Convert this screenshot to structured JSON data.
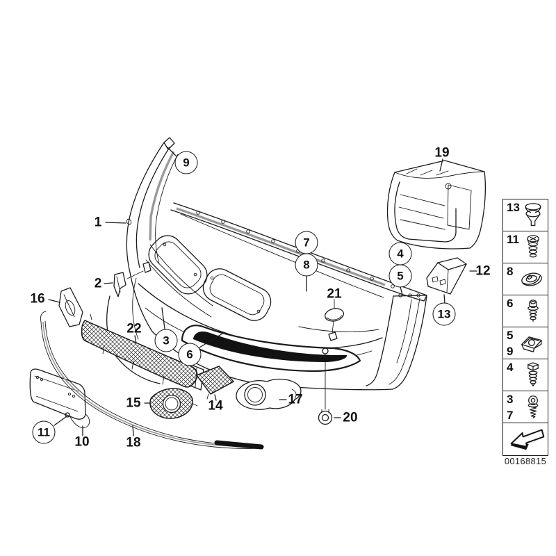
{
  "diagram": {
    "footer_code": "00168815",
    "callouts": [
      {
        "label": "9",
        "style": "circle"
      },
      {
        "label": "7",
        "style": "circle"
      },
      {
        "label": "8",
        "style": "circle"
      },
      {
        "label": "4",
        "style": "circle"
      },
      {
        "label": "5",
        "style": "circle"
      },
      {
        "label": "3",
        "style": "circle"
      },
      {
        "label": "6",
        "style": "circle"
      },
      {
        "label": "13",
        "style": "circle"
      },
      {
        "label": "11",
        "style": "circle"
      },
      {
        "label": "1",
        "style": "plain"
      },
      {
        "label": "2",
        "style": "plain"
      },
      {
        "label": "16",
        "style": "plain"
      },
      {
        "label": "22",
        "style": "plain"
      },
      {
        "label": "21",
        "style": "plain"
      },
      {
        "label": "19",
        "style": "plain"
      },
      {
        "label": "12",
        "style": "plain"
      },
      {
        "label": "15",
        "style": "plain"
      },
      {
        "label": "14",
        "style": "plain"
      },
      {
        "label": "17",
        "style": "plain"
      },
      {
        "label": "20",
        "style": "plain"
      },
      {
        "label": "10",
        "style": "plain"
      },
      {
        "label": "18",
        "style": "plain"
      }
    ],
    "legend": {
      "items": [
        {
          "labels": [
            "13"
          ],
          "icon": "rivet-icon"
        },
        {
          "labels": [
            "11"
          ],
          "icon": "pan-head-screw-icon"
        },
        {
          "labels": [
            "8"
          ],
          "icon": "grommet-icon"
        },
        {
          "labels": [
            "6"
          ],
          "icon": "washer-screw-icon"
        },
        {
          "labels": [
            "5",
            "9"
          ],
          "icon": "clip-nut-icon"
        },
        {
          "labels": [
            "4"
          ],
          "icon": "hex-screw-icon"
        },
        {
          "labels": [
            "3",
            "7"
          ],
          "icon": "torx-screw-icon"
        },
        {
          "labels": [],
          "icon": "direction-arrow-icon"
        }
      ]
    },
    "colors": {
      "line": "#1a1a1a",
      "shade": "#9a9a9a",
      "dark_fill": "#121212",
      "background": "#ffffff"
    }
  }
}
